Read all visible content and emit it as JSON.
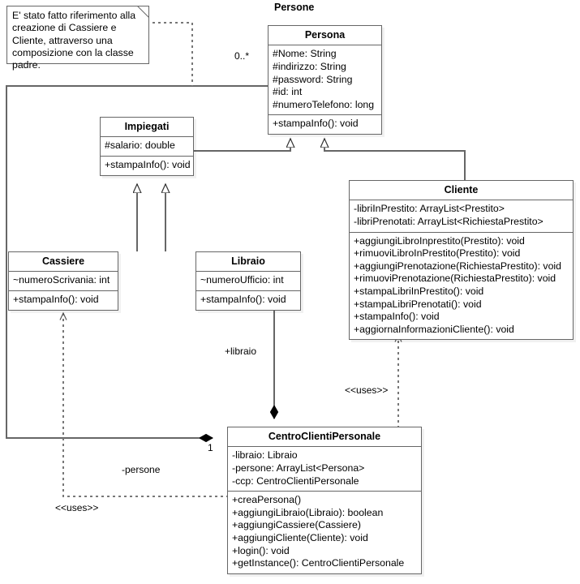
{
  "diagram": {
    "title": "Persone",
    "note": {
      "text": "E' stato fatto riferimento alla creazione di Cassiere e Cliente, attraverso una composizione con la classe padre."
    },
    "classes": [
      {
        "id": "persona",
        "name": "Persona",
        "attributes": [
          "#Nome: String",
          "#indirizzo: String",
          "#password: String",
          "#id: int",
          "#numeroTelefono: long"
        ],
        "operations": [
          "+stampaInfo(): void"
        ]
      },
      {
        "id": "impiegati",
        "name": "Impiegati",
        "attributes": [
          "#salario: double"
        ],
        "operations": [
          "+stampaInfo(): void"
        ]
      },
      {
        "id": "cliente",
        "name": "Cliente",
        "attributes": [
          "-libriInPrestito: ArrayList<Prestito>",
          "-libriPrenotati: ArrayList<RichiestaPrestito>"
        ],
        "operations": [
          "+aggiungiLibroInprestito(Prestito): void",
          "+rimuoviLibroInPrestito(Prestito): void",
          "+aggiungiPrenotazione(RichiestaPrestito): void",
          "+rimuoviPrenotazione(RichiestaPrestito): void",
          "+stampaLibriInPrestito(): void",
          "+stampaLibriPrenotati(): void",
          "+stampaInfo(): void",
          "+aggiornaInformazioniCliente(): void"
        ]
      },
      {
        "id": "cassiere",
        "name": "Cassiere",
        "attributes": [
          "~numeroScrivania: int"
        ],
        "operations": [
          "+stampaInfo(): void"
        ]
      },
      {
        "id": "libraio",
        "name": "Libraio",
        "attributes": [
          "~numeroUfficio: int"
        ],
        "operations": [
          "+stampaInfo(): void"
        ]
      },
      {
        "id": "centro",
        "name": "CentroClientiPersonale",
        "attributes": [
          "-libraio: Libraio",
          "-persone: ArrayList<Persona>",
          "-ccp: CentroClientiPersonale"
        ],
        "operations": [
          "+creaPersona()",
          "+aggiungiLibraio(Libraio): boolean",
          "+aggiungiCassiere(Cassiere)",
          "+aggiungiCliente(Cliente): void",
          "+login(): void",
          "+getInstance(): CentroClientiPersonale"
        ]
      }
    ],
    "edge_labels": {
      "multiplicity_many": "0..*",
      "multiplicity_one": "1",
      "role_libraio": "+libraio",
      "role_persone": "-persone",
      "stereotype_uses_right": "<<uses>>",
      "stereotype_uses_left": "<<uses>>"
    },
    "colors": {
      "line": "#666666",
      "text": "#000000",
      "background": "#ffffff",
      "fill": "#ffffff"
    }
  }
}
